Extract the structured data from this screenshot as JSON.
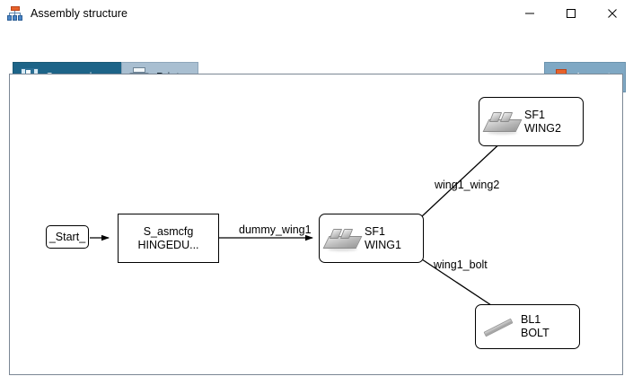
{
  "window": {
    "title": "Assembly structure",
    "icon": "hierarchy-icon",
    "minimize_label": "—",
    "maximize_label": "□",
    "close_label": "✕"
  },
  "toolbar": {
    "save_label": "Save as image...",
    "save_icon": "floppy-disk-icon",
    "print_label": "Print...",
    "print_icon": "printer-icon",
    "layout_label": "Layout",
    "layout_icon": "hierarchy-icon",
    "colors": {
      "save_bg": "#1d6488",
      "print_bg": "#a9bfd1",
      "layout_bg": "#7fa8c4"
    }
  },
  "graph": {
    "nodes": [
      {
        "id": "start",
        "label": "_Start_",
        "line1": "_Start_",
        "line2": "",
        "icon": "none",
        "shape": "rounded-small"
      },
      {
        "id": "asmcfg",
        "label": "S_asmcfg HINGEDU...",
        "line1": "S_asmcfg",
        "line2": "HINGEDU...",
        "icon": "none",
        "shape": "rect"
      },
      {
        "id": "wing1",
        "label": "SF1 WING1",
        "line1": "SF1",
        "line2": "WING1",
        "icon": "part-icon",
        "shape": "rounded"
      },
      {
        "id": "wing2",
        "label": "SF1 WING2",
        "line1": "SF1",
        "line2": "WING2",
        "icon": "part-icon",
        "shape": "rounded"
      },
      {
        "id": "bolt",
        "label": "BL1 BOLT",
        "line1": "BL1",
        "line2": "BOLT",
        "icon": "bolt-icon",
        "shape": "rounded"
      }
    ],
    "edges": [
      {
        "id": "e1",
        "from": "start",
        "to": "asmcfg",
        "label": ""
      },
      {
        "id": "e2",
        "from": "asmcfg",
        "to": "wing1",
        "label": "dummy_wing1"
      },
      {
        "id": "e3",
        "from": "wing1",
        "to": "wing2",
        "label": "wing1_wing2"
      },
      {
        "id": "e4",
        "from": "wing1",
        "to": "bolt",
        "label": "wing1_bolt"
      }
    ]
  }
}
